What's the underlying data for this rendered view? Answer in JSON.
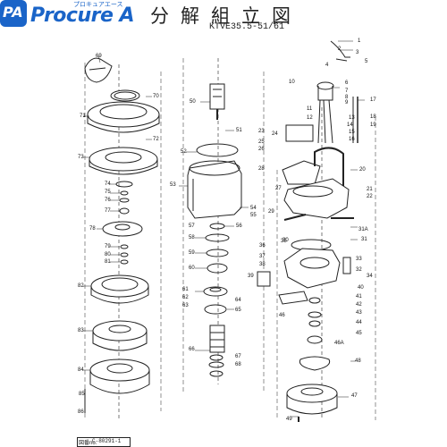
{
  "brand": {
    "name": "Procure A",
    "tagline": "プロキュアエース",
    "badge": "PA",
    "color": "#1a64c8"
  },
  "title": "分解組立図",
  "model": "KTVE35.5-51/61",
  "figure_no": {
    "label": "図番no.",
    "value": "C-80291-1"
  },
  "part_labels": [
    "1",
    "2",
    "3",
    "4",
    "5",
    "6",
    "7",
    "8",
    "9",
    "10",
    "11",
    "12",
    "13",
    "14",
    "15",
    "16",
    "17",
    "18",
    "19",
    "20",
    "21",
    "22",
    "23",
    "24",
    "25",
    "26",
    "27",
    "28",
    "29",
    "30",
    "31",
    "31A",
    "32",
    "33",
    "34",
    "35",
    "36",
    "37",
    "38",
    "39",
    "40",
    "41",
    "42",
    "43",
    "44",
    "45",
    "46",
    "46A",
    "47",
    "48",
    "49",
    "50",
    "51",
    "52",
    "53",
    "54",
    "55",
    "56",
    "57",
    "58",
    "59",
    "60",
    "61",
    "62",
    "63",
    "64",
    "65",
    "66",
    "67",
    "68",
    "69",
    "70",
    "71",
    "72",
    "73",
    "74",
    "75",
    "76",
    "77",
    "78",
    "79",
    "80",
    "81",
    "82",
    "83",
    "84",
    "85",
    "86"
  ]
}
